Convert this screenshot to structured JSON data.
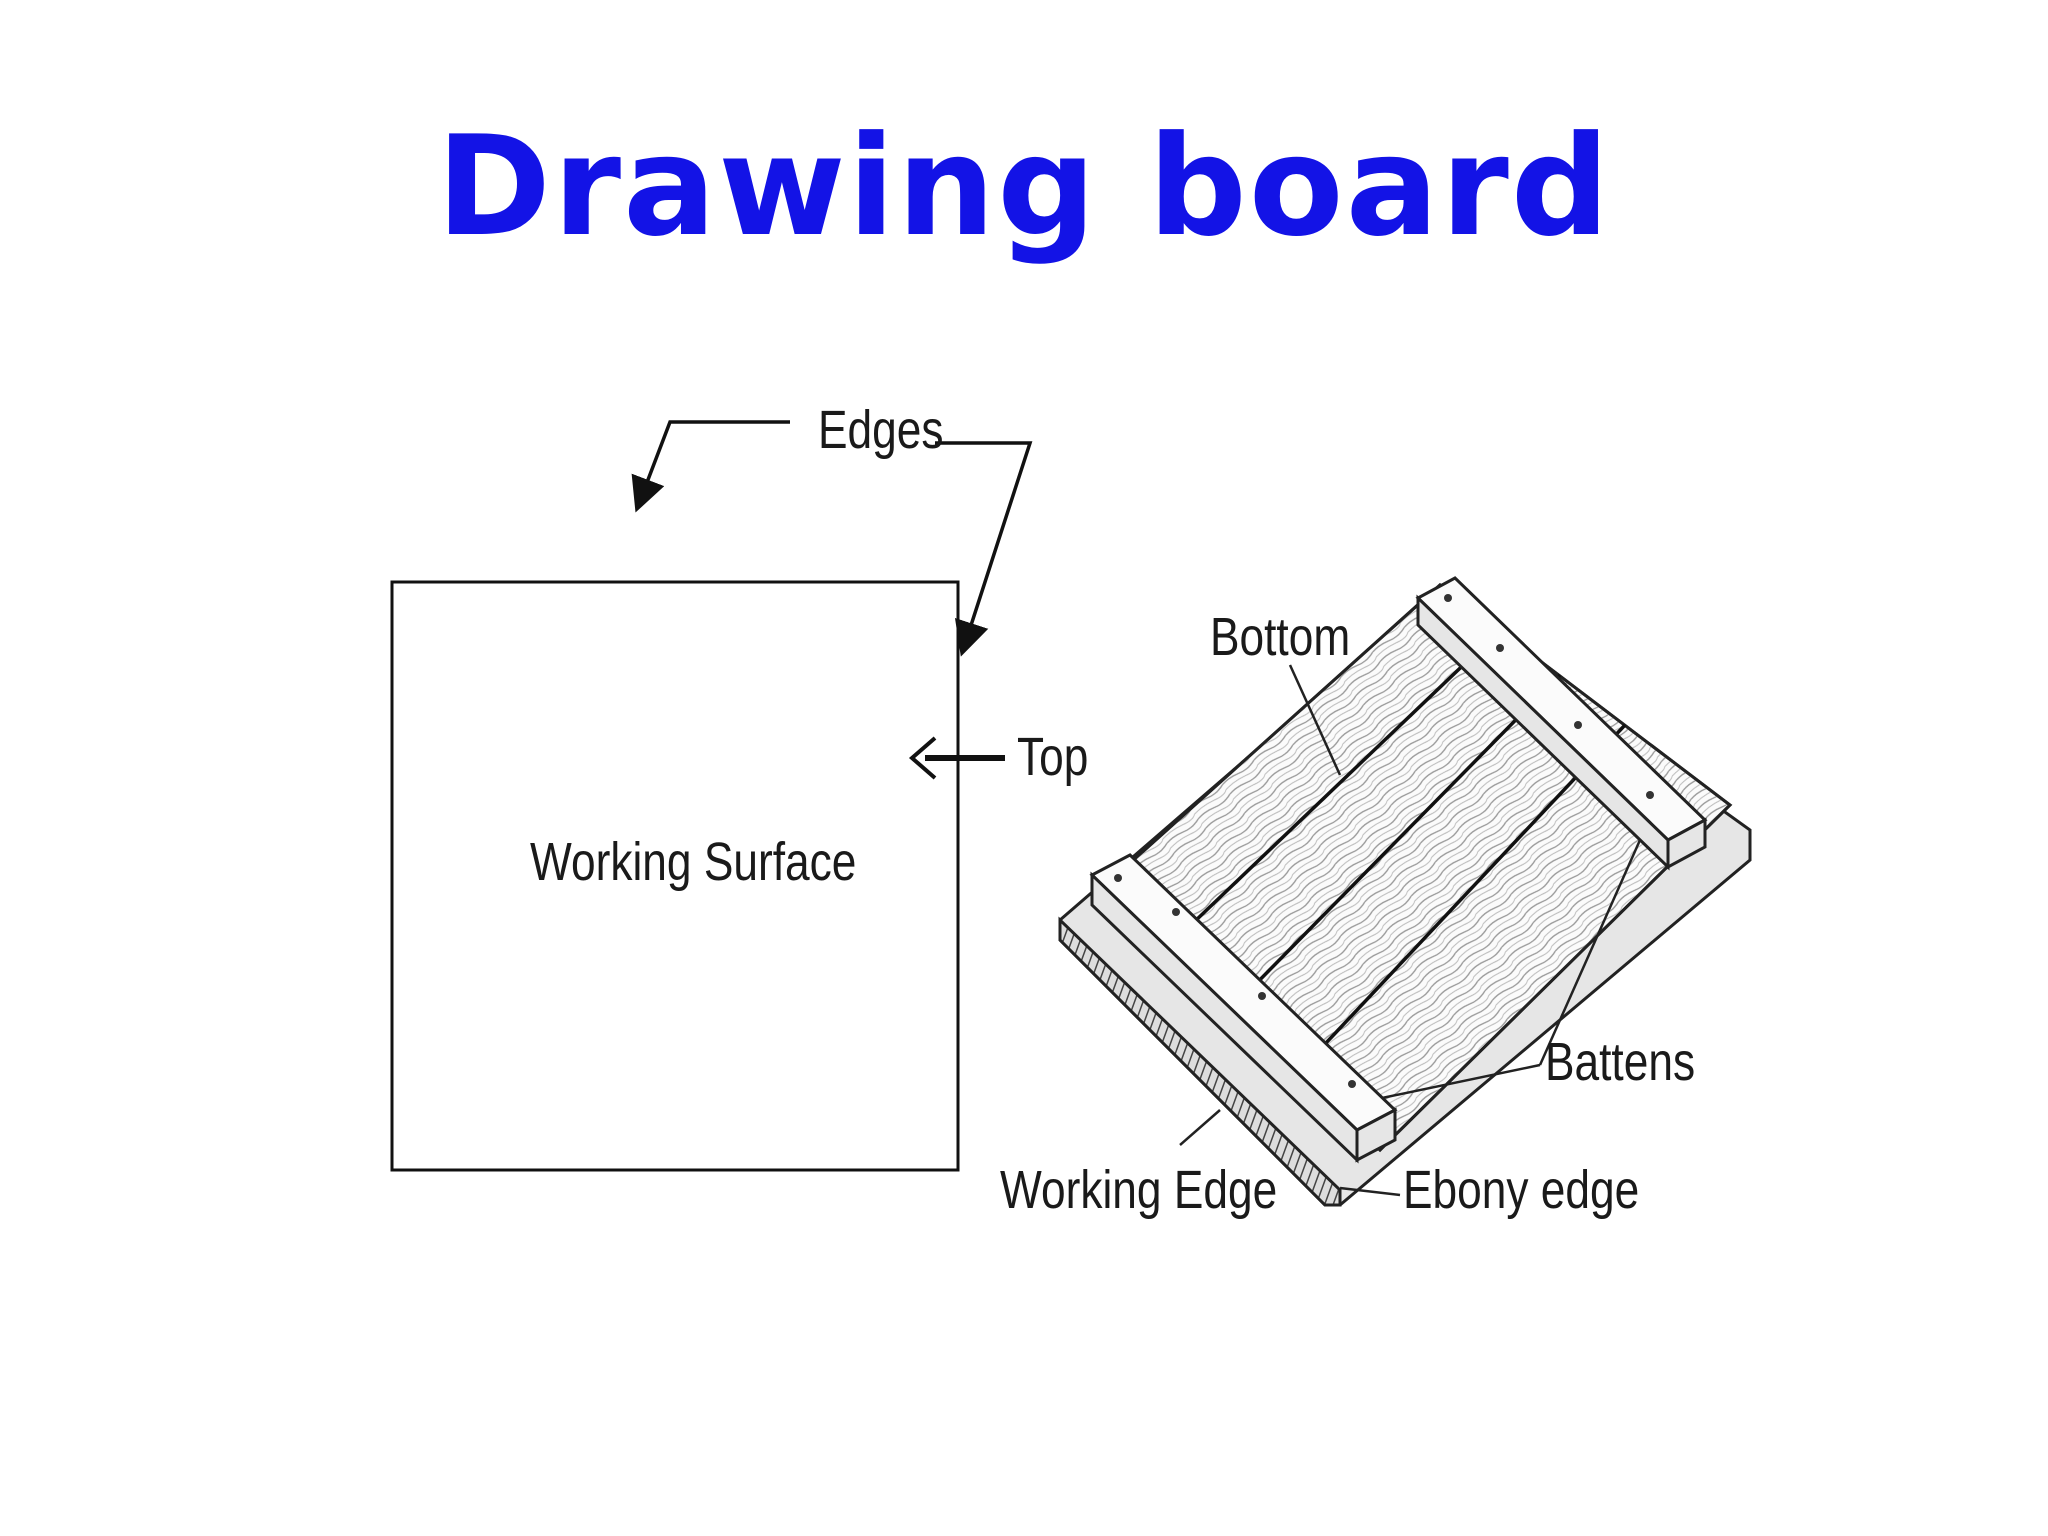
{
  "title": "Drawing board",
  "labels": {
    "edges": "Edges",
    "top": "Top",
    "working_surface": "Working Surface",
    "bottom": "Bottom",
    "battens": "Battens",
    "working_edge": "Working Edge",
    "ebony_edge": "Ebony edge"
  },
  "colors": {
    "title": "#1313e6",
    "line": "#111111"
  }
}
